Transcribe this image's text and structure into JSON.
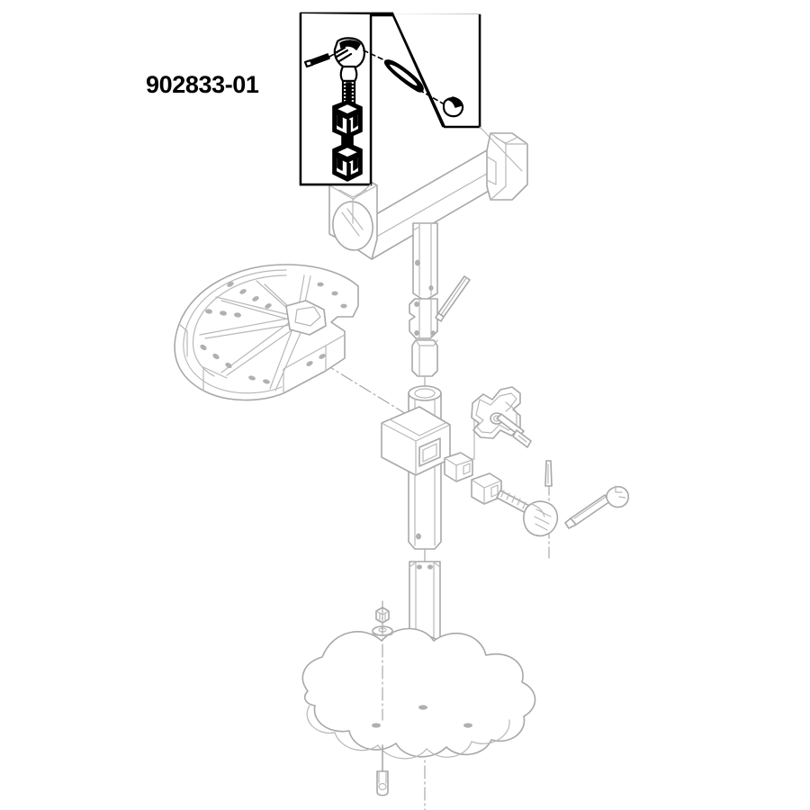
{
  "document": {
    "type": "exploded-parts-diagram",
    "part_number": "902833-01",
    "background_color": "#ffffff"
  },
  "colors": {
    "assembly_line": "#a8a8a8",
    "assembly_line_light": "#bdbdbd",
    "detail_line": "#000000",
    "text": "#000000",
    "callout_border": "#000000"
  },
  "label": {
    "part_number": "902833-01"
  },
  "callout_box": {
    "name": "detail-callout",
    "border_color": "#000000",
    "items": [
      {
        "name": "knurled-knob",
        "label": "knurled knob with threaded shaft"
      },
      {
        "name": "threaded-screw",
        "label": "threaded screw"
      },
      {
        "name": "taper-pin",
        "label": "taper pin"
      },
      {
        "name": "ball-end-pin",
        "label": "pin with ball end"
      },
      {
        "name": "v-block-upper",
        "label": "upper V-block clamp"
      },
      {
        "name": "v-block-lower",
        "label": "lower V-block clamp"
      },
      {
        "name": "set-screw",
        "label": "set screw"
      }
    ]
  },
  "assembly": {
    "parts": [
      {
        "name": "cross-tube",
        "label": "horizontal cross tube"
      },
      {
        "name": "tube-end-cap-left",
        "label": "left square end cap"
      },
      {
        "name": "tube-end-cap-right",
        "label": "right square end cap"
      },
      {
        "name": "rotary-table",
        "label": "rotary table disc with spokes"
      },
      {
        "name": "upper-column-bracket",
        "label": "upper column bracket"
      },
      {
        "name": "column-collar",
        "label": "column collar"
      },
      {
        "name": "spacer-sleeve",
        "label": "spacer sleeve"
      },
      {
        "name": "main-column",
        "label": "main vertical column"
      },
      {
        "name": "column-clamp-block",
        "label": "column clamp block"
      },
      {
        "name": "star-bracket",
        "label": "star shaped bracket"
      },
      {
        "name": "bracket-pin",
        "label": "bracket pin"
      },
      {
        "name": "small-block-a",
        "label": "small clamp block A"
      },
      {
        "name": "small-block-b",
        "label": "small clamp block B"
      },
      {
        "name": "threaded-rod",
        "label": "threaded rod"
      },
      {
        "name": "clamp-knob",
        "label": "clamp knob"
      },
      {
        "name": "dowel-pin",
        "label": "dowel pin"
      },
      {
        "name": "ball-handle",
        "label": "ball handle lever"
      },
      {
        "name": "lower-column",
        "label": "lower column post"
      },
      {
        "name": "base-plate",
        "label": "square base mounting plate"
      },
      {
        "name": "bench-top",
        "label": "bench top work surface"
      },
      {
        "name": "hex-nut",
        "label": "hex nut"
      },
      {
        "name": "washer",
        "label": "washer"
      },
      {
        "name": "mounting-bolt",
        "label": "mounting bolt"
      }
    ],
    "centerlines": [
      {
        "name": "vertical-centerline",
        "label": "vertical axis centerline"
      },
      {
        "name": "table-centerline",
        "label": "rotary table axis centerline"
      },
      {
        "name": "knob-centerline",
        "label": "clamp knob axis centerline"
      }
    ]
  }
}
